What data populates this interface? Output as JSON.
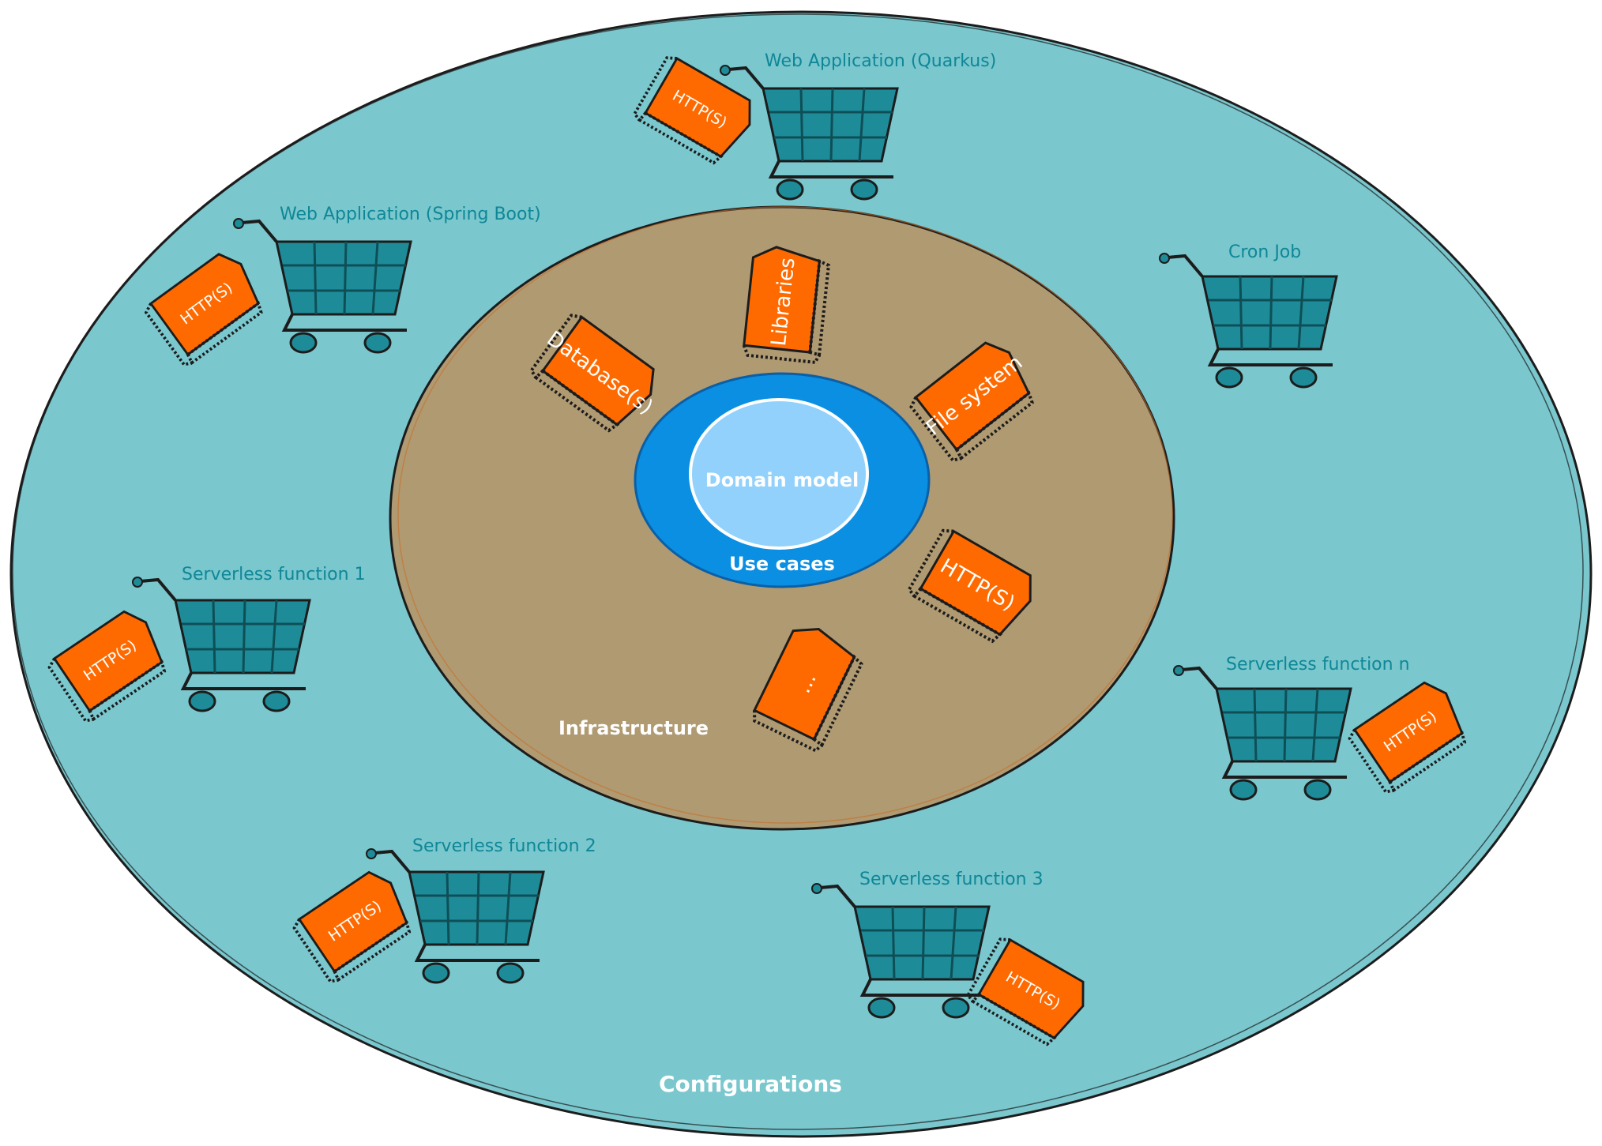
{
  "colors": {
    "outer_ring": "#7ac7ce",
    "infrastructure_ring": "#b09a72",
    "use_cases_ring": "#0a8fe2",
    "domain_model": "#91d1fb",
    "box": "#ff6a00",
    "cart": "#1e8c98",
    "outer_label": "#0f8797",
    "ink": "#1c1c1c"
  },
  "labels": {
    "configurations": "Configurations",
    "infrastructure": "Infrastructure",
    "use_cases": "Use cases",
    "domain_model": "Domain model"
  },
  "inner_boxes": [
    {
      "label": "Libraries"
    },
    {
      "label": "Database(s)"
    },
    {
      "label": "File system"
    },
    {
      "label": "HTTP(S)"
    },
    {
      "label": "..."
    }
  ],
  "apps": [
    {
      "label": "Web Application (Quarkus)",
      "box": "HTTP(S)"
    },
    {
      "label": "Web Application (Spring Boot)",
      "box": "HTTP(S)"
    },
    {
      "label": "Cron Job",
      "box": ""
    },
    {
      "label": "Serverless function 1",
      "box": "HTTP(S)"
    },
    {
      "label": "Serverless function n",
      "box": "HTTP(S)"
    },
    {
      "label": "Serverless function 2",
      "box": "HTTP(S)"
    },
    {
      "label": "Serverless function 3",
      "box": "HTTP(S)"
    }
  ]
}
